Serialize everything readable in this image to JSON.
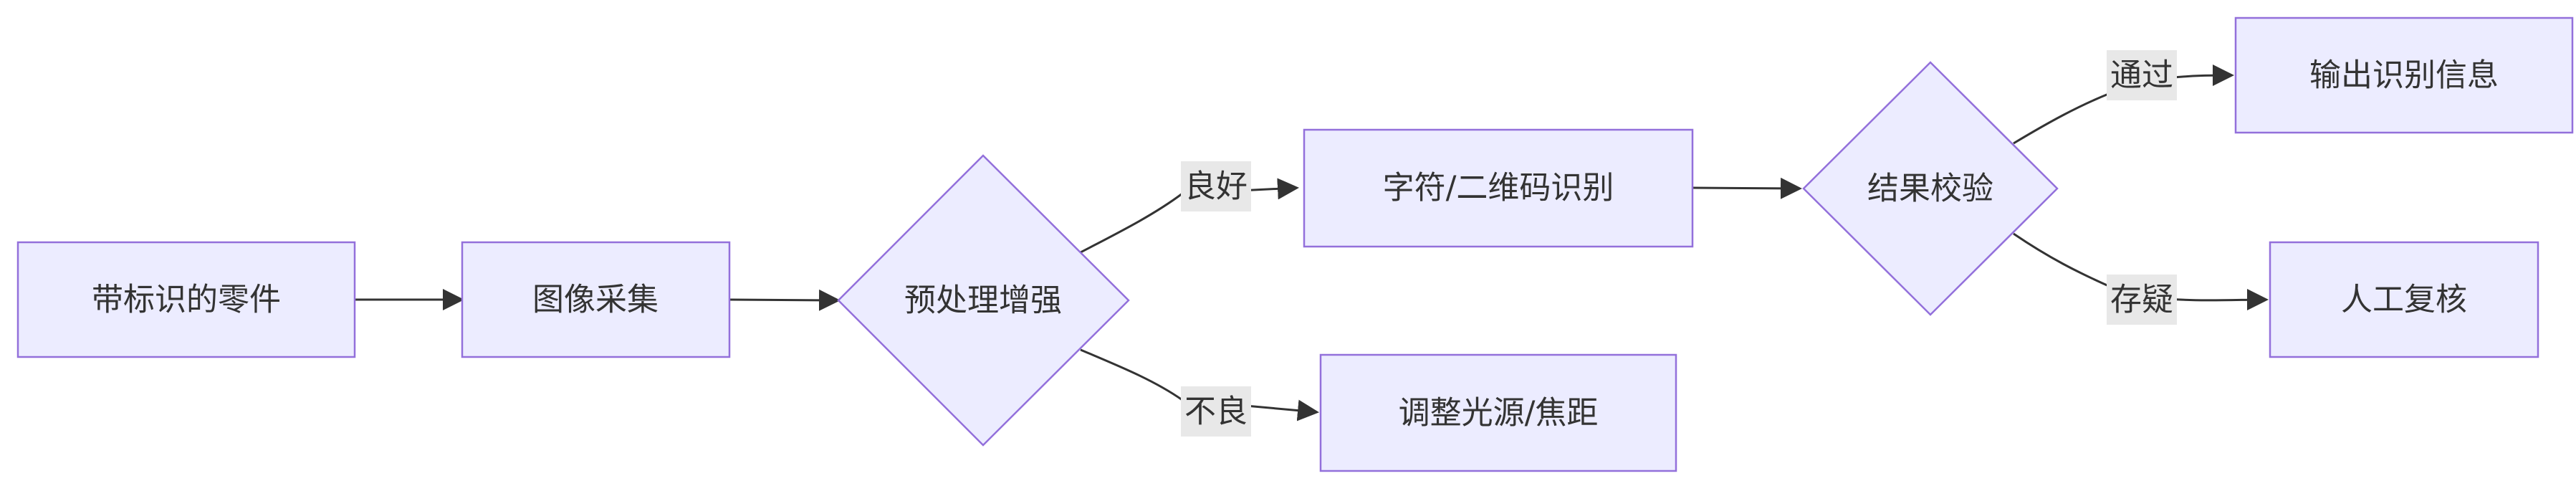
{
  "diagram": {
    "colors": {
      "node_fill": "#ececff",
      "node_stroke": "#9370db",
      "edge": "#333333",
      "label_bg": "#e8e8e8",
      "text": "#333333"
    },
    "nodes": {
      "part": "带标识的零件",
      "capture": "图像采集",
      "preprocess": "预处理增强",
      "recognize": "字符/二维码识别",
      "adjust": "调整光源/焦距",
      "verify": "结果校验",
      "output": "输出识别信息",
      "review": "人工复核"
    },
    "edge_labels": {
      "good": "良好",
      "bad": "不良",
      "pass": "通过",
      "doubt": "存疑"
    }
  }
}
